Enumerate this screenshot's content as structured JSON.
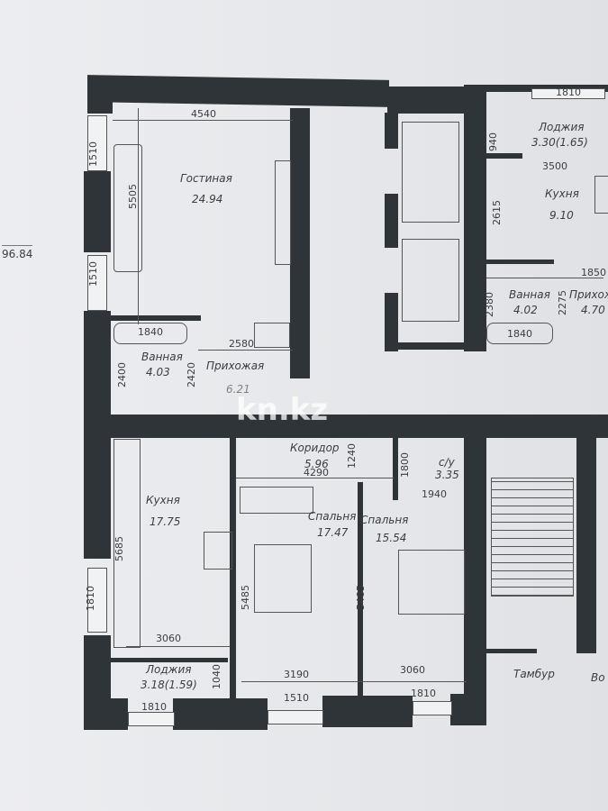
{
  "plan": {
    "outside_label": "96.84",
    "watermark": "kn.kz",
    "rooms": {
      "living": {
        "name": "Гостиная",
        "area": "24.94"
      },
      "bath_left": {
        "name": "Ванная",
        "area": "4.03"
      },
      "hall_left": {
        "name": "Прихожая",
        "area": "6.21"
      },
      "kitchen_left": {
        "name": "Кухня",
        "area": "17.75"
      },
      "loggia_left": {
        "name": "Лоджия",
        "area": "3.18(1.59)"
      },
      "corridor": {
        "name": "Коридор",
        "area": "5.96"
      },
      "bedroom1": {
        "name": "Спальня",
        "area": "17.47"
      },
      "bedroom2": {
        "name": "Спальня",
        "area": "15.54"
      },
      "wc": {
        "name": "с/у",
        "area": "3.35"
      },
      "loggia_right": {
        "name": "Лоджия",
        "area": "3.30(1.65)"
      },
      "kitchen_right": {
        "name": "Кухня",
        "area": "9.10"
      },
      "bath_right": {
        "name": "Ванная",
        "area": "4.02"
      },
      "hall_right": {
        "name": "Прихож",
        "area": "4.70"
      },
      "vestibule": {
        "name": "Тамбур"
      },
      "cut_room": {
        "name": "Во"
      }
    },
    "dimensions": {
      "living_width": "4540",
      "living_length": "5505",
      "win_l1": "1510",
      "win_l2": "1510",
      "bath_l_width": "1840",
      "bath_l_len": "2400",
      "hall_l_w": "2580",
      "hall_l_len": "2420",
      "kitchen_l_len": "5685",
      "kitchen_l_w": "3060",
      "win_kitchen": "1810",
      "loggia_l_depth": "1040",
      "win_loggia_l": "1810",
      "corridor_w": "4290",
      "corridor_len": "1240",
      "bed1_len": "5485",
      "bed1_w": "3190",
      "win_bed1": "1510",
      "bed2_len": "5485",
      "bed2_w": "3060",
      "win_bed2": "1810",
      "wc_len": "1800",
      "wc_w": "1940",
      "win_r_top": "1810",
      "loggia_r_depth": "940",
      "kitchen_r_w": "3500",
      "kitchen_r_len": "2615",
      "hall_r_w": "1850",
      "bath_r_len": "2380",
      "bath_r_w": "1840",
      "bath_r_side": "2275"
    }
  }
}
